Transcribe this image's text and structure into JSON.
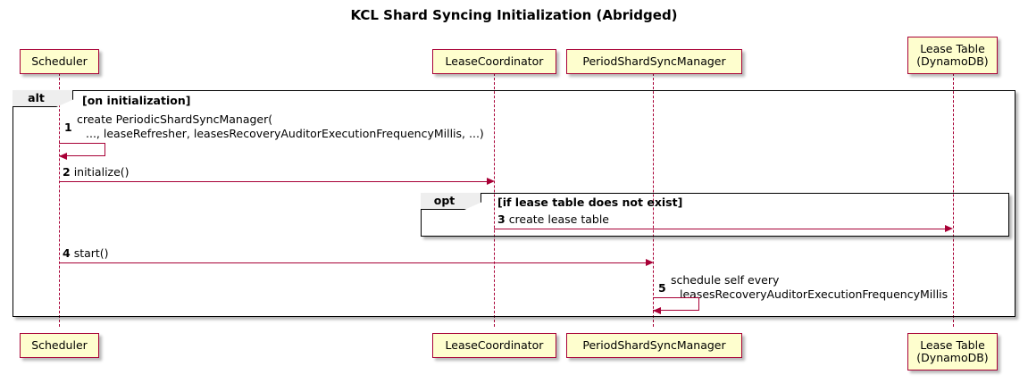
{
  "diagram": {
    "title": "KCL Shard Syncing Initialization (Abridged)",
    "type": "uml-sequence-diagram",
    "colors": {
      "participant_fill": "#FEFECE",
      "participant_border": "#A80036",
      "message_line": "#A80036",
      "fragment_border": "#000000",
      "fragment_tab_fill": "#EEEEEE",
      "background": "#FFFFFF"
    }
  },
  "participants": [
    {
      "id": "scheduler",
      "label_line1": "Scheduler",
      "label_line2": ""
    },
    {
      "id": "leasecoordinator",
      "label_line1": "LeaseCoordinator",
      "label_line2": ""
    },
    {
      "id": "periodshardsyncmanager",
      "label_line1": "PeriodShardSyncManager",
      "label_line2": ""
    },
    {
      "id": "leasetable",
      "label_line1": "Lease Table",
      "label_line2": "(DynamoDB)"
    }
  ],
  "fragments": [
    {
      "id": "alt-fragment",
      "operator": "alt",
      "guard": "[on initialization]"
    },
    {
      "id": "opt-fragment",
      "operator": "opt",
      "guard": "[if lease table does not exist]"
    }
  ],
  "messages": [
    {
      "number": "1",
      "from": "scheduler",
      "to": "scheduler",
      "kind": "self",
      "line1": "create PeriodicShardSyncManager(",
      "line2": "..., leaseRefresher, leasesRecoveryAuditorExecutionFrequencyMillis, ...)"
    },
    {
      "number": "2",
      "from": "scheduler",
      "to": "leasecoordinator",
      "kind": "sync",
      "line1": "initialize()",
      "line2": ""
    },
    {
      "number": "3",
      "from": "leasecoordinator",
      "to": "leasetable",
      "kind": "sync",
      "line1": "create lease table",
      "line2": ""
    },
    {
      "number": "4",
      "from": "scheduler",
      "to": "periodshardsyncmanager",
      "kind": "sync",
      "line1": "start()",
      "line2": ""
    },
    {
      "number": "5",
      "from": "periodshardsyncmanager",
      "to": "periodshardsyncmanager",
      "kind": "self",
      "line1": "schedule self every",
      "line2": "leasesRecoveryAuditorExecutionFrequencyMillis"
    }
  ]
}
